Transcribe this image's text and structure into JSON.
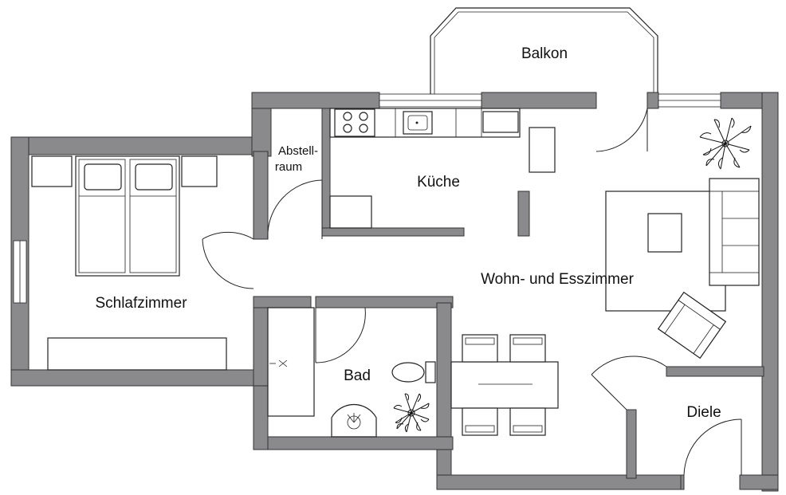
{
  "rooms": {
    "balkon": "Balkon",
    "abstellraum_line1": "Abstell-",
    "abstellraum_line2": "raum",
    "kueche": "Küche",
    "wohn_esszimmer": "Wohn- und Esszimmer",
    "schlafzimmer": "Schlafzimmer",
    "bad": "Bad",
    "diele": "Diele"
  },
  "colors": {
    "wall": "#8a8a8c",
    "outline": "#222222",
    "background": "#ffffff"
  }
}
